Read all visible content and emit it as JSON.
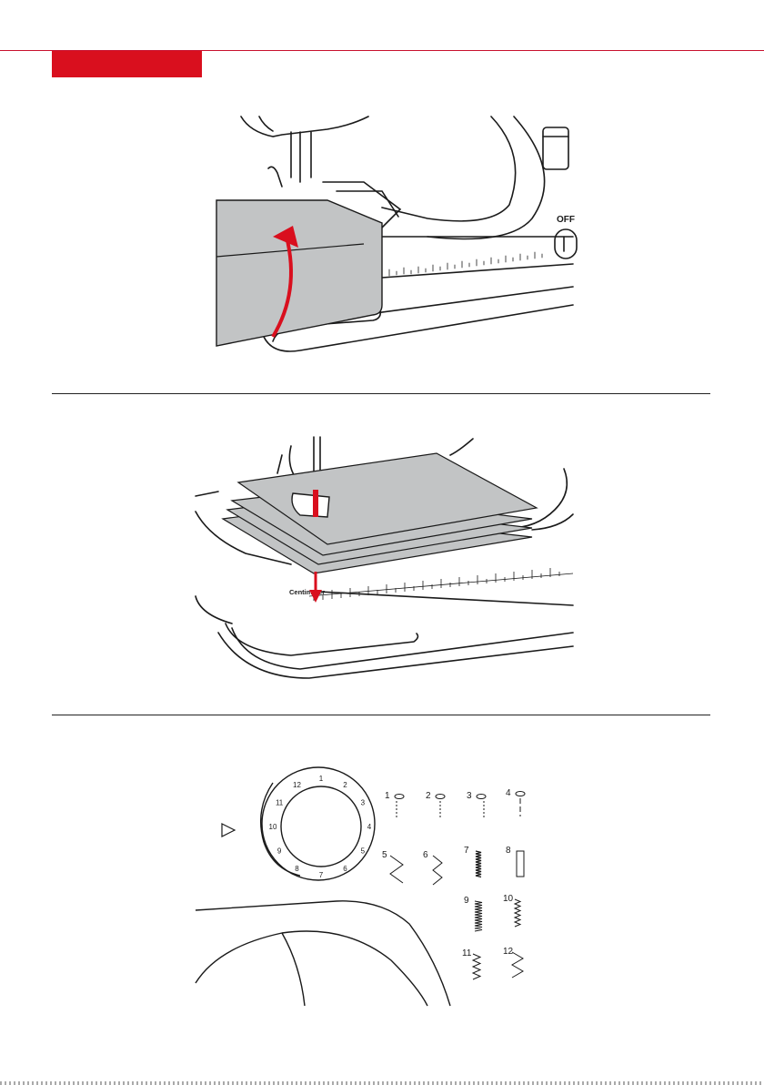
{
  "header": {
    "accent_color": "#d90f1e",
    "section_tab_label": ""
  },
  "illustration_1": {
    "name": "fabric-flipped-under-presser-foot",
    "power_switch_label": "OFF",
    "arrow_color": "#d90f1e",
    "fabric_color": "#c2c4c5"
  },
  "illustration_2": {
    "name": "stacked-fabric-layers-on-ruler",
    "ruler_unit_label": "Centimeter",
    "arrow_color": "#d90f1e",
    "fabric_color": "#c2c4c5"
  },
  "illustration_3": {
    "name": "stitch-selection-dial",
    "dial_numbers": [
      "1",
      "2",
      "3",
      "4",
      "5",
      "6",
      "7",
      "8",
      "9",
      "10",
      "11",
      "12"
    ],
    "stitch_patterns": [
      {
        "number": "1",
        "icon": "straight-stitch-left-icon"
      },
      {
        "number": "2",
        "icon": "straight-stitch-center-icon"
      },
      {
        "number": "3",
        "icon": "straight-stitch-right-icon"
      },
      {
        "number": "4",
        "icon": "basting-stitch-icon"
      },
      {
        "number": "5",
        "icon": "zigzag-wide-icon"
      },
      {
        "number": "6",
        "icon": "zigzag-narrow-icon"
      },
      {
        "number": "7",
        "icon": "satin-stitch-icon"
      },
      {
        "number": "8",
        "icon": "buttonhole-icon"
      },
      {
        "number": "9",
        "icon": "dense-zigzag-icon"
      },
      {
        "number": "10",
        "icon": "fine-zigzag-icon"
      },
      {
        "number": "11",
        "icon": "multi-zigzag-icon"
      },
      {
        "number": "12",
        "icon": "large-zigzag-icon"
      }
    ]
  }
}
